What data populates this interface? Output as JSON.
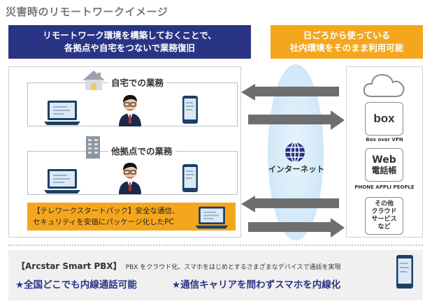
{
  "title": "災害時のリモートワークイメージ",
  "banner_left": {
    "line1": "リモートワーク環境を構築しておくことで、",
    "line2": "各拠点や自宅をつないで業務復旧"
  },
  "banner_right": {
    "line1": "日ごろから使っている",
    "line2": "社内環境をそのまま利用可能"
  },
  "home_work": {
    "label": "自宅での業務"
  },
  "branch_work": {
    "label": "他拠点での業務"
  },
  "package": {
    "line1": "【テレワークスタートパック】安全な通信、",
    "line2": "セキュリティを安価にパッケージ化したPC"
  },
  "internet": {
    "label": "インターネット"
  },
  "services": {
    "box_logo": "box",
    "box_caption": "Box over VPN",
    "web_line1": "Web",
    "web_line2": "電話帳",
    "web_caption": "PHONE APPLI PEOPLE",
    "other_line1": "その他",
    "other_line2": "クラウド",
    "other_line3": "サービス",
    "other_line4": "など"
  },
  "bottom": {
    "product": "【Arcstar Smart PBX】",
    "description": "PBX をクラウド化。スマホをはじめとするさまざまなデバイスで通話を実現",
    "feature1": "★全国どこでも内線通話可能",
    "feature2": "★通信キャリアを問わずスマホを内線化"
  },
  "colors": {
    "navy": "#2a3485",
    "orange": "#f4a71d",
    "arrow": "#6e6e6e",
    "cloud": "#cfe8f8"
  },
  "icons": [
    "house-icon",
    "building-icon",
    "laptop-icon",
    "businessman-icon",
    "smartphone-icon",
    "cloud-icon",
    "globe-icon"
  ]
}
